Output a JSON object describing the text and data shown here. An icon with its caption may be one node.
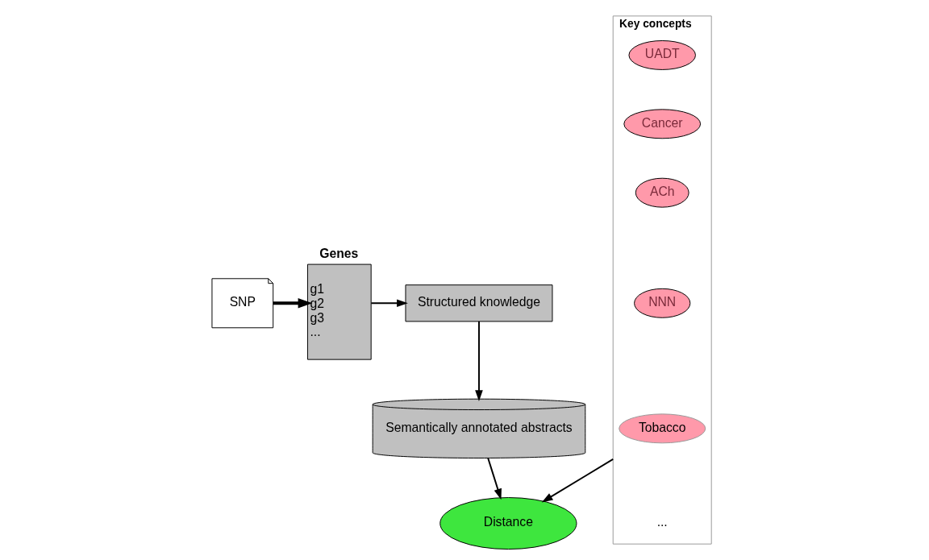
{
  "diagram": {
    "nodes": [
      {
        "text": [
          "SNP"
        ]
      },
      {
        "text": [
          "Genes",
          "g1",
          "g2",
          "g3",
          "..."
        ]
      },
      {
        "text": [
          "Structured knowledge"
        ]
      },
      {
        "text": [
          "Semantically annotated abstracts"
        ]
      },
      {
        "text": [
          "Key concepts",
          "..."
        ]
      },
      {
        "text": [
          "UADT"
        ],
        "in": 4
      },
      {
        "text": [
          "Cancer"
        ],
        "in": 4
      },
      {
        "text": [
          "ACh"
        ],
        "in": 4
      },
      {
        "text": [
          "NNN"
        ],
        "in": 4
      },
      {
        "text": [
          "Tobacco"
        ],
        "in": 4
      },
      {
        "text": [
          "Distance"
        ]
      }
    ],
    "edges": [
      {
        "from": 0,
        "to": 1,
        "arrow": "to",
        "style": "thick"
      },
      {
        "from": 1,
        "to": 2,
        "arrow": "to"
      },
      {
        "from": 2,
        "to": 3,
        "arrow": "to"
      },
      {
        "from": 3,
        "to": 10,
        "arrow": "to"
      },
      {
        "from": 4,
        "to": 10,
        "arrow": "to"
      }
    ]
  }
}
